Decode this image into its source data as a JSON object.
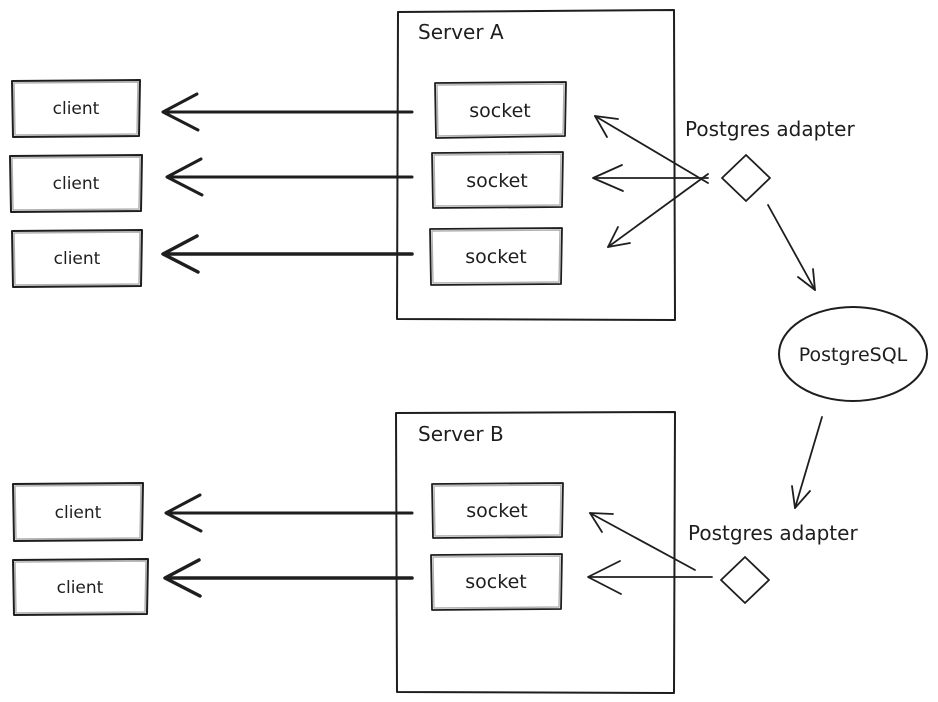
{
  "colors": {
    "background": "#ffffff",
    "stroke": "#1e1e1e"
  },
  "server_a": {
    "label": "Server A",
    "sockets": [
      "socket",
      "socket",
      "socket"
    ]
  },
  "server_b": {
    "label": "Server B",
    "sockets": [
      "socket",
      "socket"
    ]
  },
  "clients_a": [
    "client",
    "client",
    "client"
  ],
  "clients_b": [
    "client",
    "client"
  ],
  "adapter_a": {
    "label": "Postgres adapter"
  },
  "adapter_b": {
    "label": "Postgres adapter"
  },
  "database": {
    "label": "PostgreSQL"
  },
  "edges": [
    {
      "from": "server-a-socket-1",
      "to": "client-a-1"
    },
    {
      "from": "server-a-socket-2",
      "to": "client-a-2"
    },
    {
      "from": "server-a-socket-3",
      "to": "client-a-3"
    },
    {
      "from": "postgres-adapter-a",
      "to": "server-a-socket-1"
    },
    {
      "from": "postgres-adapter-a",
      "to": "server-a-socket-2"
    },
    {
      "from": "postgres-adapter-a",
      "to": "server-a-socket-3"
    },
    {
      "from": "postgres-adapter-a",
      "to": "postgresql"
    },
    {
      "from": "postgresql",
      "to": "postgres-adapter-b"
    },
    {
      "from": "server-b-socket-1",
      "to": "client-b-1"
    },
    {
      "from": "server-b-socket-2",
      "to": "client-b-2"
    },
    {
      "from": "postgres-adapter-b",
      "to": "server-b-socket-1"
    },
    {
      "from": "postgres-adapter-b",
      "to": "server-b-socket-2"
    }
  ]
}
